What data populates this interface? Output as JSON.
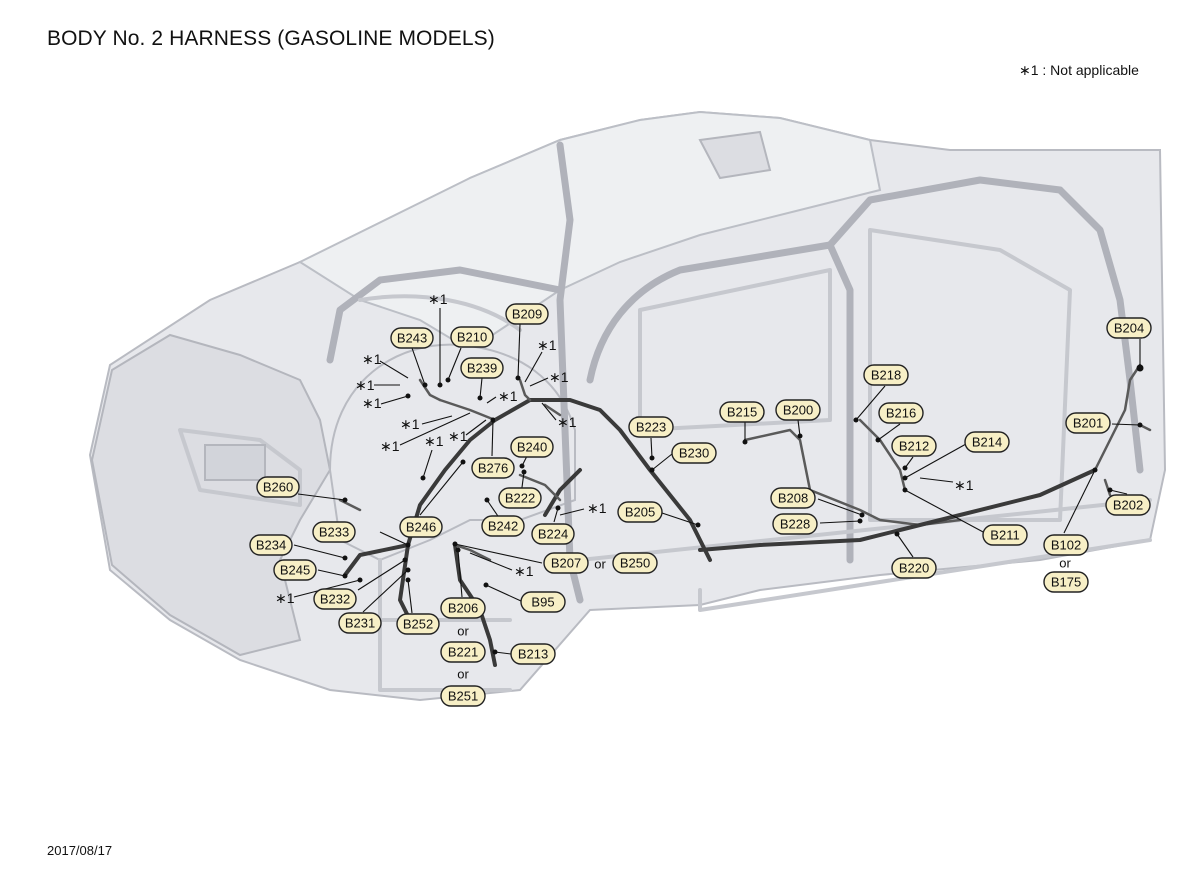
{
  "title": "BODY No.  2 HARNESS (GASOLINE MODELS)",
  "note": "∗1 : Not applicable",
  "date": "2017/08/17",
  "star_text": "∗1",
  "or_text": "or",
  "labels": [
    "B209",
    "B243",
    "B210",
    "B239",
    "B204",
    "B218",
    "B215",
    "B200",
    "B216",
    "B223",
    "B201",
    "B240",
    "B212",
    "B214",
    "B230",
    "B276",
    "B260",
    "B222",
    "B208",
    "B202",
    "B205",
    "B242",
    "B224",
    "B228",
    "B211",
    "B233",
    "B246",
    "B234",
    "B102",
    "B207",
    "B250",
    "B220",
    "B245",
    "B175",
    "B232",
    "B95",
    "B206",
    "B231",
    "B252",
    "B221",
    "B213",
    "B251"
  ]
}
